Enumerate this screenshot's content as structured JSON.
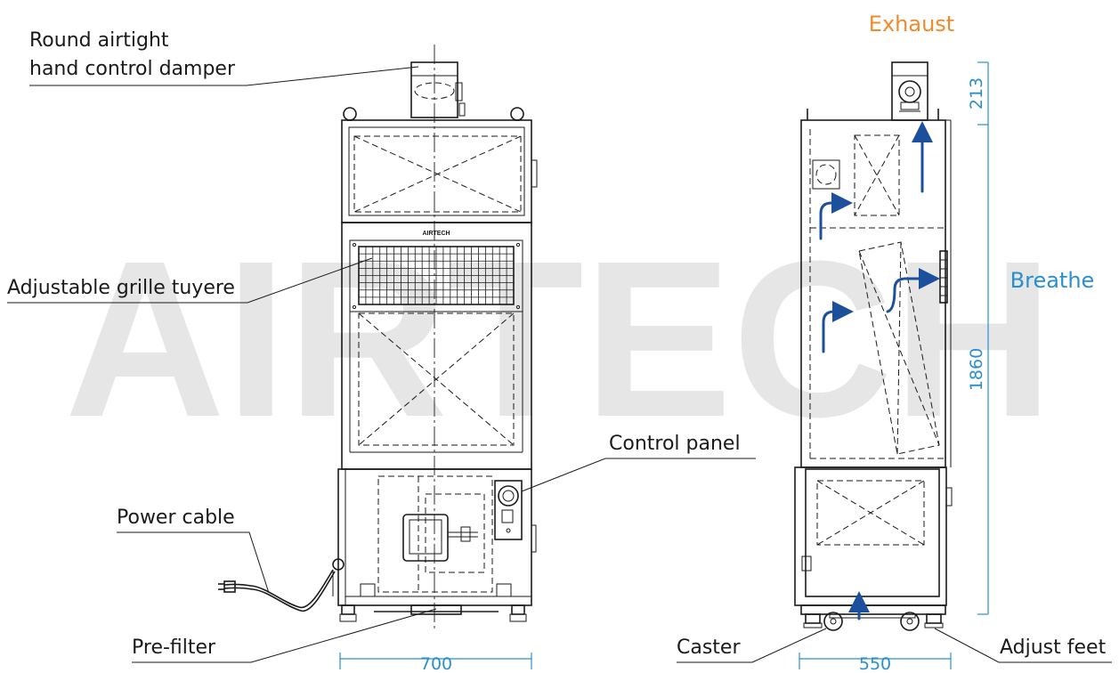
{
  "watermark": "AIRTECH",
  "brand_plate": "AIRTECH",
  "callouts": {
    "damper_line1": "Round airtight",
    "damper_line2": "hand control damper",
    "grille": "Adjustable grille tuyere",
    "control_panel": "Control panel",
    "power_cable": "Power cable",
    "pre_filter": "Pre-filter",
    "caster": "Caster",
    "adjust_feet": "Adjust feet"
  },
  "airflow": {
    "exhaust": "Exhaust",
    "breathe": "Breathe",
    "exhaust_color": "#f08a2c",
    "breathe_color": "#2a8fd0",
    "arrow_color": "#1c4f9c"
  },
  "dimensions": {
    "front_width": "700",
    "side_depth": "550",
    "height": "1860",
    "top": "213"
  }
}
